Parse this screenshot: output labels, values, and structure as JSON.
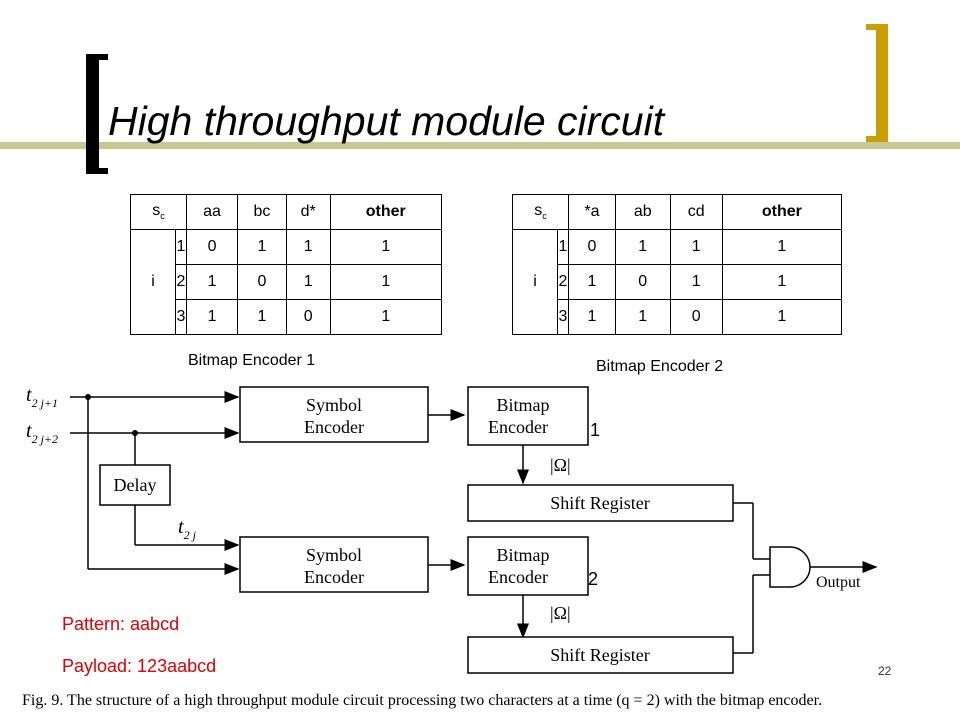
{
  "slide": {
    "title": "High throughput module circuit",
    "page_number": "22"
  },
  "table1": {
    "header": [
      "s",
      "c",
      "aa",
      "bc",
      "d*",
      "other"
    ],
    "row_label": "i",
    "rows": [
      [
        "1",
        "0",
        "1",
        "1",
        "1"
      ],
      [
        "2",
        "1",
        "0",
        "1",
        "1"
      ],
      [
        "3",
        "1",
        "1",
        "0",
        "1"
      ]
    ],
    "caption": "Bitmap Encoder 1"
  },
  "table2": {
    "header": [
      "s",
      "c",
      "*a",
      "ab",
      "cd",
      "other"
    ],
    "row_label": "i",
    "rows": [
      [
        "1",
        "0",
        "1",
        "1",
        "1"
      ],
      [
        "2",
        "1",
        "0",
        "1",
        "1"
      ],
      [
        "3",
        "1",
        "1",
        "0",
        "1"
      ]
    ],
    "caption": "Bitmap Encoder 2"
  },
  "figure": {
    "inputs": {
      "t1_main": "t",
      "t1_sub": "2 j+1",
      "t2_main": "t",
      "t2_sub": "2 j+2",
      "t3_main": "t",
      "t3_sub": "2 j"
    },
    "blocks": {
      "delay": "Delay",
      "symbol_encoder_1": [
        "Symbol",
        "Encoder"
      ],
      "symbol_encoder_2": [
        "Symbol",
        "Encoder"
      ],
      "bitmap_encoder_1": [
        "Bitmap",
        "Encoder"
      ],
      "bitmap_encoder_2": [
        "Bitmap",
        "Encoder"
      ],
      "shift_register_1": "Shift Register",
      "shift_register_2": "Shift Register"
    },
    "omega_label": "|Ω|",
    "output_label": "Output",
    "overlay_1": "1",
    "overlay_2": "2",
    "caption": "Fig. 9. The structure of a high throughput module circuit processing two characters at a time (q = 2) with the bitmap encoder."
  },
  "notes": {
    "pattern": "Pattern: aabcd",
    "payload": "Payload: 123aabcd"
  }
}
